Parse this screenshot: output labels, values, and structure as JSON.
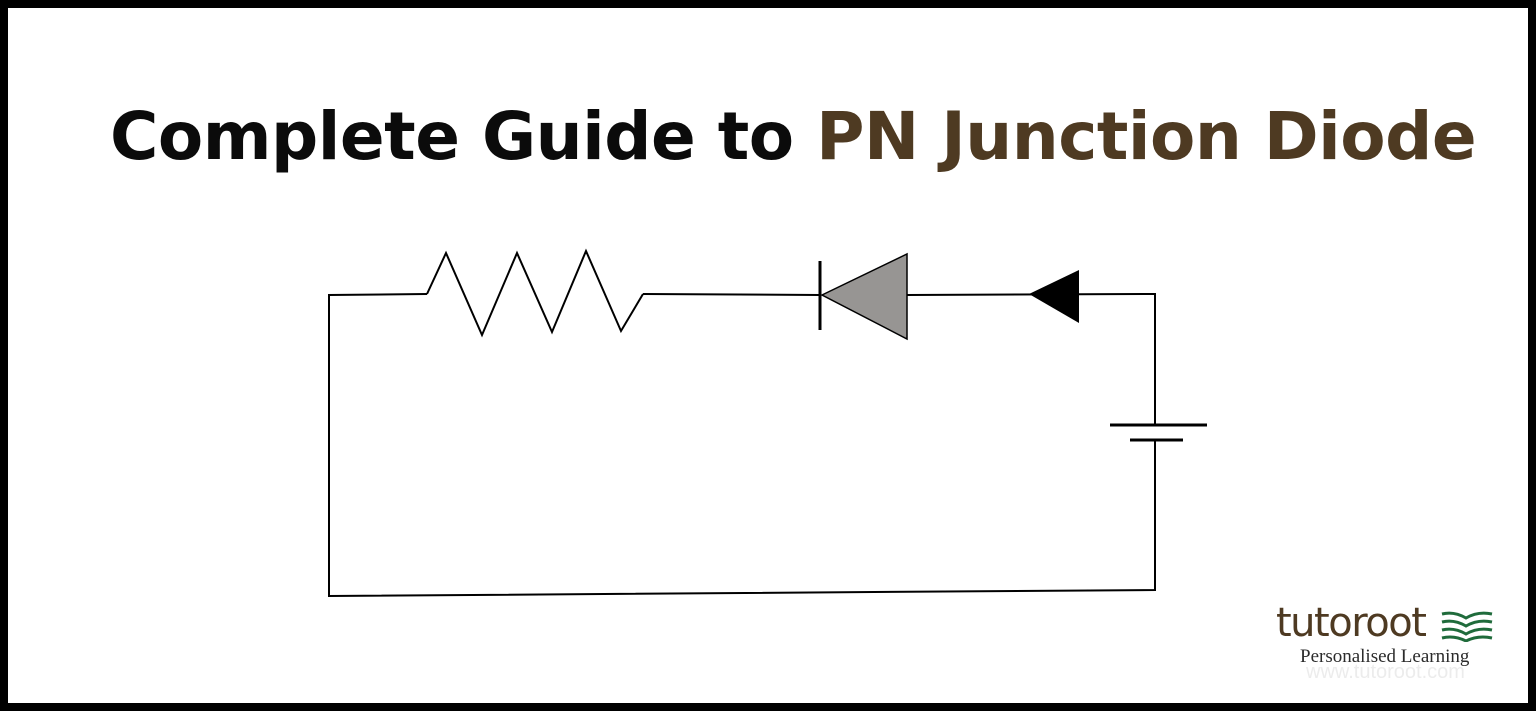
{
  "title": {
    "part1": "Complete Guide to ",
    "part2": "PN Junction Diode"
  },
  "logo": {
    "word": "tutoroot",
    "tagline": "Personalised Learning",
    "url": "www.tutoroot.com"
  },
  "colors": {
    "title_dark": "#0b0b0b",
    "title_accent": "#4e3a22",
    "logo_green": "#1f6b3b",
    "diode_fill": "#979593",
    "wire": "#000000"
  },
  "diagram": {
    "components": [
      "resistor",
      "diode",
      "current-arrow",
      "battery"
    ]
  }
}
